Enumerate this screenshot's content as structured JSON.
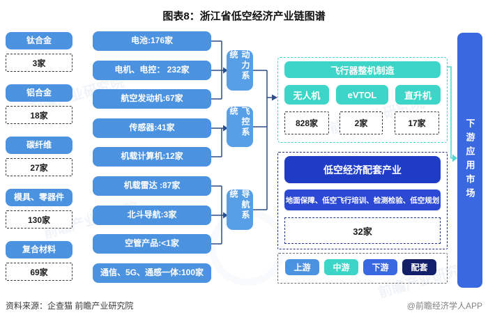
{
  "title": "图表8：浙江省低空经济产业链图谱",
  "watermark": "前瞻产业研究院",
  "colors": {
    "upstream_blue": "#4B92E0",
    "system_blue": "#57A0E8",
    "midstream_teal": "#3CD5C8",
    "downstream_blue": "#3A68E0",
    "supporting_header_navy": "#1E3CC6",
    "supporting_sub_blue": "#2B49D4",
    "legend_supporting_dark": "#131F6B",
    "connector_dark": "#2F4C85",
    "connector_teal": "#4ED8D2"
  },
  "materials": [
    {
      "label": "钛合金",
      "count": "3家"
    },
    {
      "label": "铝合金",
      "count": "18家"
    },
    {
      "label": "碳纤维",
      "count": "27家"
    },
    {
      "label": "模具、零器件",
      "count": "130家"
    },
    {
      "label": "复合材料",
      "count": "69家"
    }
  ],
  "components": [
    "电池:176家",
    "电机、电控： 232家",
    "航空发动机:67家",
    "传感器:41家",
    "机载计算机:12家",
    "机载雷达 :87家",
    "北斗导航:3家",
    "空管产品:<1家",
    "通信、5G、通感一体:100家"
  ],
  "systems": [
    "动力系统",
    "飞控系统",
    "导航系统"
  ],
  "aircraft": {
    "header": "飞行器整机制造",
    "types": [
      {
        "label": "无人机",
        "count": "828家"
      },
      {
        "label": "eVTOL",
        "count": "2家"
      },
      {
        "label": "直升机",
        "count": "17家"
      }
    ]
  },
  "supporting": {
    "header": "低空经济配套产业",
    "services": "地面保障、低空飞行培训、检测检验、低空规划",
    "count": "32家"
  },
  "legend": [
    {
      "label": "上游"
    },
    {
      "label": "中游"
    },
    {
      "label": "下游"
    },
    {
      "label": "配套"
    }
  ],
  "downstream": "下游应用市场",
  "footer": {
    "source": "资料来源：企查猫 前瞻产业研究院",
    "credit": "@前瞻经济学人APP"
  }
}
